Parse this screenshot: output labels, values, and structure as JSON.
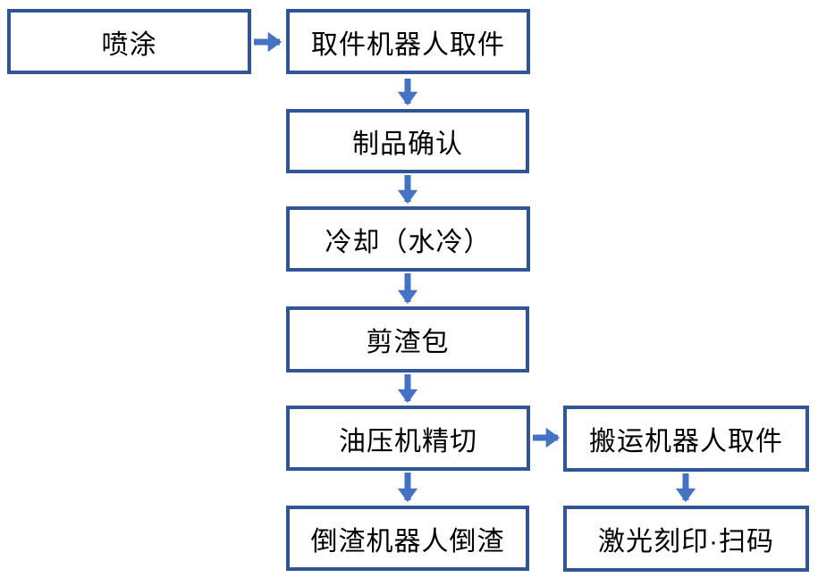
{
  "diagram": {
    "type": "flowchart",
    "colors": {
      "box_border": "#2F5597",
      "box_fill": "#ffffff",
      "arrow": "#4472C4",
      "text": "#000000",
      "background": "#ffffff"
    },
    "nodes": [
      {
        "id": "spray",
        "label": "喷涂"
      },
      {
        "id": "pickup-robot",
        "label": "取件机器人取件"
      },
      {
        "id": "product-confirm",
        "label": "制品确认"
      },
      {
        "id": "cooling",
        "label": "冷却（水冷）"
      },
      {
        "id": "shear-slag-bag",
        "label": "剪渣包"
      },
      {
        "id": "hydraulic-cut",
        "label": "油压机精切"
      },
      {
        "id": "transfer-robot",
        "label": "搬运机器人取件"
      },
      {
        "id": "slag-dump-robot",
        "label": "倒渣机器人倒渣"
      },
      {
        "id": "laser-mark-scan",
        "label": "激光刻印·扫码"
      }
    ],
    "edges": [
      {
        "from": "spray",
        "to": "pickup-robot",
        "direction": "right"
      },
      {
        "from": "pickup-robot",
        "to": "product-confirm",
        "direction": "down"
      },
      {
        "from": "product-confirm",
        "to": "cooling",
        "direction": "down"
      },
      {
        "from": "cooling",
        "to": "shear-slag-bag",
        "direction": "down"
      },
      {
        "from": "shear-slag-bag",
        "to": "hydraulic-cut",
        "direction": "down"
      },
      {
        "from": "hydraulic-cut",
        "to": "transfer-robot",
        "direction": "right"
      },
      {
        "from": "hydraulic-cut",
        "to": "slag-dump-robot",
        "direction": "down"
      },
      {
        "from": "transfer-robot",
        "to": "laser-mark-scan",
        "direction": "down"
      }
    ]
  }
}
